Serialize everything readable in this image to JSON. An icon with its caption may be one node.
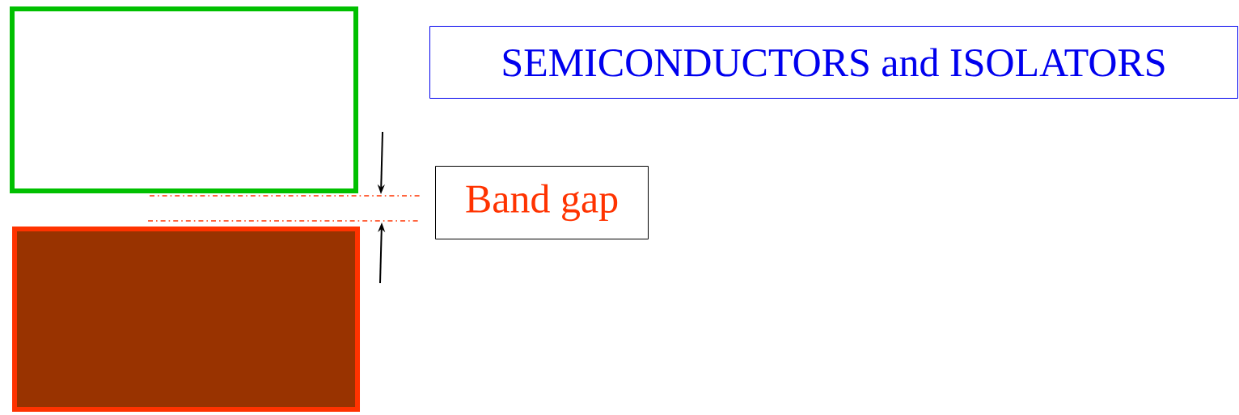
{
  "diagram": {
    "nodes": [
      {
        "text": [],
        "shape": "box"
      },
      {
        "text": [
          "SEMICONDUCTORS and ISOLATORS"
        ]
      },
      {
        "text": [
          "Band gap"
        ]
      },
      {
        "text": [],
        "shape": "box"
      }
    ]
  }
}
